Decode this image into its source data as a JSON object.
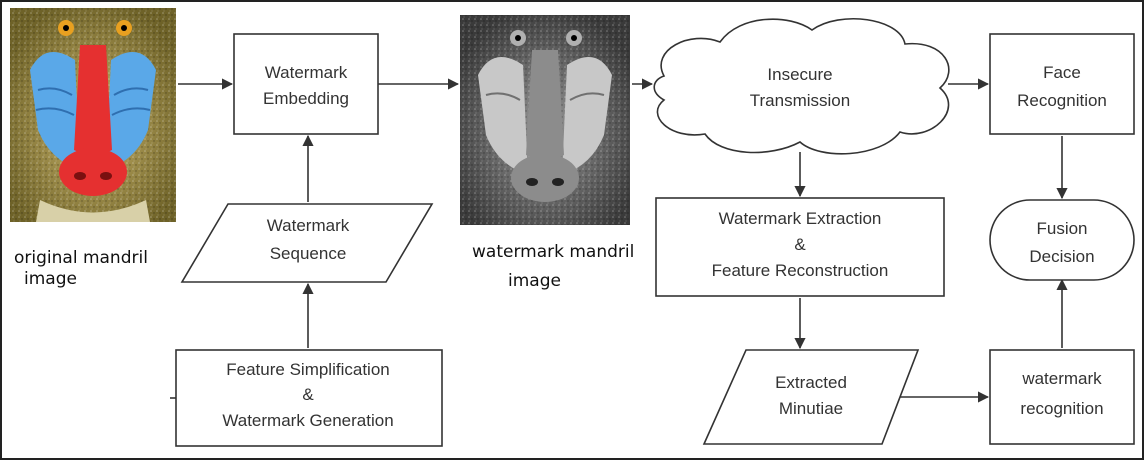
{
  "nodes": {
    "watermark_embedding": [
      "Watermark",
      "Embedding"
    ],
    "watermark_sequence": [
      "Watermark",
      "Sequence"
    ],
    "feature_simplification": [
      "Feature Simplification",
      "&",
      "Watermark Generation"
    ],
    "insecure_transmission": [
      "Insecure",
      "Transmission"
    ],
    "face_recognition": [
      "Face",
      "Recognition"
    ],
    "watermark_extraction": [
      "Watermark Extraction",
      "&",
      "Feature Reconstruction"
    ],
    "fusion_decision": [
      "Fusion",
      "Decision"
    ],
    "extracted_minutiae": [
      "Extracted",
      "Minutiae"
    ],
    "watermark_recognition": [
      "watermark",
      "recognition"
    ]
  },
  "captions": {
    "original": [
      "original mandril",
      "image"
    ],
    "watermarked": [
      "watermark mandril",
      "image"
    ]
  },
  "images": {
    "original": {
      "subject": "mandrill-face",
      "style": "color"
    },
    "watermarked": {
      "subject": "mandrill-face",
      "style": "grayscale"
    }
  },
  "colors": {
    "line": "#333333",
    "box_fill": "#ffffff",
    "mandrill_red": "#e53030",
    "mandrill_blue": "#5aa8e8",
    "fur": "#a08e40"
  }
}
